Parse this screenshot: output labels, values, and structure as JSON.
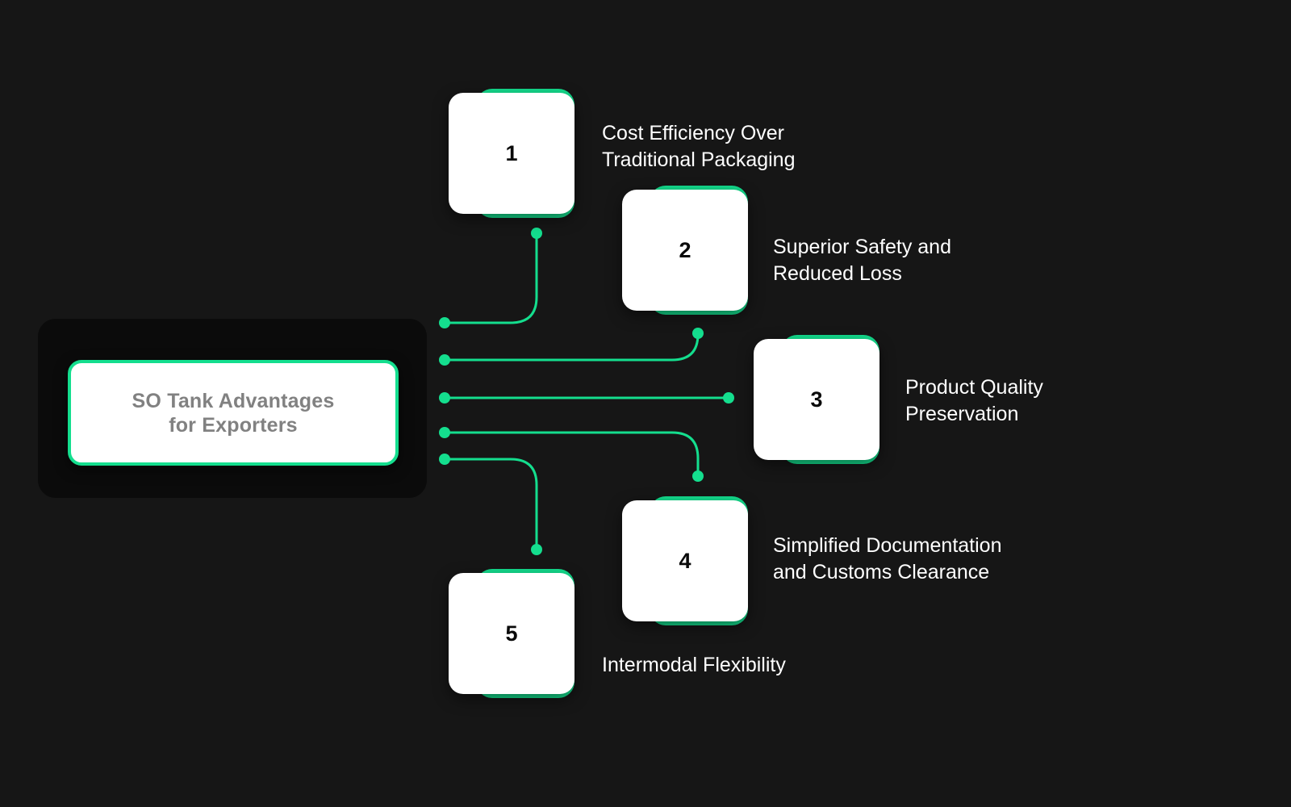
{
  "theme": {
    "background": "#161616",
    "panel": "#0b0b0b",
    "accent": "#14DE8E",
    "card_face": "#ffffff",
    "label_text": "#ffffff",
    "hub_text": "#818181",
    "number_text": "#0a0a0a"
  },
  "hub": {
    "title": "SO Tank Advantages\nfor Exporters"
  },
  "nodes": [
    {
      "number": "1",
      "label": "Cost Efficiency Over\nTraditional Packaging"
    },
    {
      "number": "2",
      "label": "Superior Safety and\nReduced Loss"
    },
    {
      "number": "3",
      "label": "Product Quality\nPreservation"
    },
    {
      "number": "4",
      "label": "Simplified Documentation\nand Customs Clearance"
    },
    {
      "number": "5",
      "label": "Intermodal Flexibility"
    }
  ],
  "chart_data": {
    "type": "diagram",
    "diagram_kind": "radial-mindmap-list",
    "title": "SO Tank Advantages for Exporters",
    "center_node": "SO Tank Advantages for Exporters",
    "branch_count": 5,
    "branches": [
      {
        "index": 1,
        "label": "Cost Efficiency Over Traditional Packaging"
      },
      {
        "index": 2,
        "label": "Superior Safety and Reduced Loss"
      },
      {
        "index": 3,
        "label": "Product Quality Preservation"
      },
      {
        "index": 4,
        "label": "Simplified Documentation and Customs Clearance"
      },
      {
        "index": 5,
        "label": "Intermodal Flexibility"
      }
    ],
    "connector_style": "elbow-curve-with-endpoint-dots",
    "legend": "none"
  }
}
